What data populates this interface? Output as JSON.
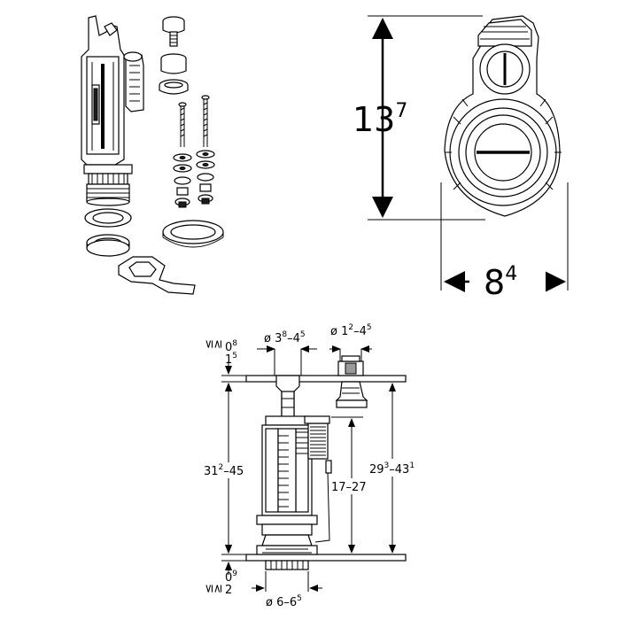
{
  "top_view": {
    "height_main": "13",
    "height_sup": "7",
    "width_main": "8",
    "width_sup": "4"
  },
  "section": {
    "top_gap": {
      "le": "≤",
      "ge": "≥",
      "a_main": "0",
      "a_sup": "8",
      "b_main": "1",
      "b_sup": "5"
    },
    "rod_dia": {
      "prefix": "ø 3",
      "sup1": "8",
      "dash": "–4",
      "sup2": "5"
    },
    "button_dia": {
      "prefix": "ø 1",
      "sup1": "2",
      "dash": "–4",
      "sup2": "5"
    },
    "overall_height": {
      "main": "31",
      "sup": "2",
      "rest": "–45"
    },
    "stroke": "17–27",
    "install_height": {
      "main": "29",
      "sup1": "3",
      "mid": "–43",
      "sup2": "1"
    },
    "bottom_gap": {
      "le": "≤",
      "ge": "≥",
      "a_main": "0",
      "a_sup": "9",
      "b_main": "2"
    },
    "outlet_dia": {
      "prefix": "ø 6–6",
      "sup": "5"
    }
  }
}
